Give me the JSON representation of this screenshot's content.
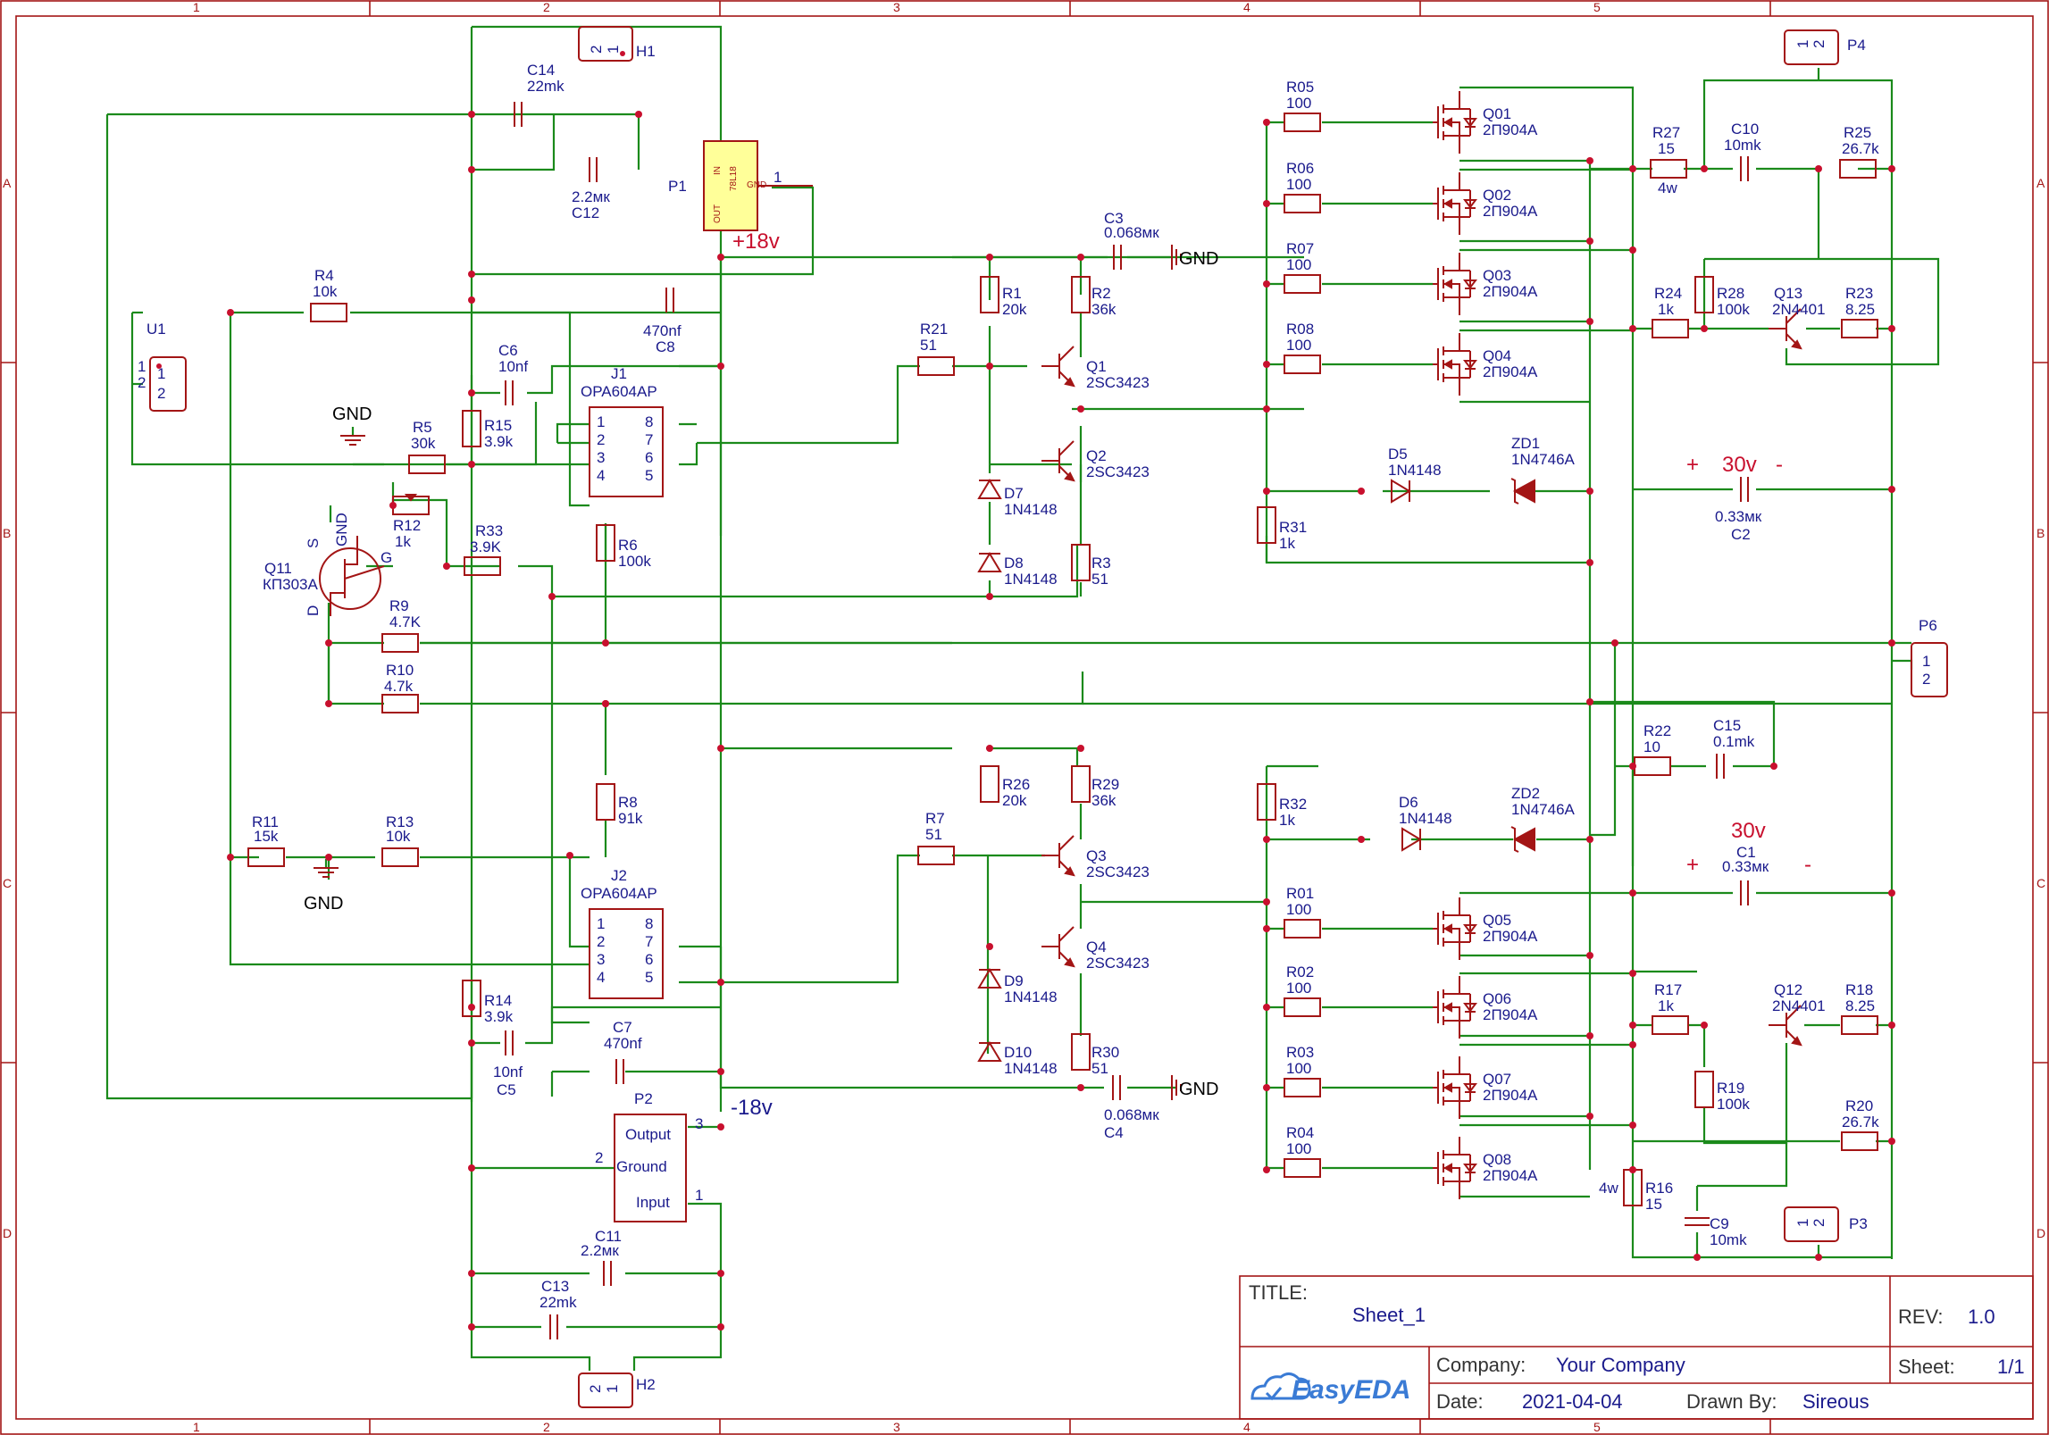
{
  "border": {
    "cols": [
      "1",
      "2",
      "3",
      "4",
      "5"
    ],
    "rows": [
      "A",
      "B",
      "C",
      "D"
    ]
  },
  "title_block": {
    "title_label": "TITLE:",
    "sheet_name": "Sheet_1",
    "rev_label": "REV:",
    "rev": "1.0",
    "company_label": "Company:",
    "company": "Your Company",
    "sheet_label": "Sheet:",
    "sheet": "1/1",
    "date_label": "Date:",
    "date": "2021-04-04",
    "drawn_label": "Drawn By:",
    "drawn_by": "Sireous",
    "logo": "EasyEDA"
  },
  "rails": {
    "pos": "+18v",
    "neg": "-18v",
    "out_pos": "30v",
    "out_neg": "30v",
    "plus": "+",
    "minus": "-"
  },
  "gnd": "GND",
  "icons": [
    "easyeda-cloud-icon"
  ],
  "colors": {
    "wire": "#1b8a1b",
    "component": "#a31515",
    "label": "#1a1a8c",
    "junction": "#c8102e"
  },
  "components": {
    "H1": {
      "ref": "H1",
      "pins": [
        "2",
        "1"
      ]
    },
    "H2": {
      "ref": "H2",
      "pins": [
        "2",
        "1"
      ]
    },
    "P1": {
      "ref": "P1",
      "in": "IN",
      "gnd": "GND",
      "out": "OUT",
      "part": "78L18",
      "pin": "1"
    },
    "P2": {
      "ref": "P2",
      "output": "Output",
      "ground": "Ground",
      "input": "Input",
      "p3": "3",
      "p2": "2",
      "p1": "1"
    },
    "P3": {
      "ref": "P3",
      "pins": [
        "1",
        "2"
      ]
    },
    "P4": {
      "ref": "P4",
      "pins": [
        "1",
        "2"
      ]
    },
    "P6": {
      "ref": "P6",
      "pins": [
        "1",
        "2"
      ]
    },
    "U1": {
      "ref": "U1",
      "pins": [
        "1",
        "2"
      ]
    },
    "J1": {
      "ref": "J1",
      "part": "OPA604AP",
      "left": [
        "1",
        "2",
        "3",
        "4"
      ],
      "right": [
        "8",
        "7",
        "6",
        "5"
      ]
    },
    "J2": {
      "ref": "J2",
      "part": "OPA604AP",
      "left": [
        "1",
        "2",
        "3",
        "4"
      ],
      "right": [
        "8",
        "7",
        "6",
        "5"
      ]
    },
    "C14": {
      "ref": "C14",
      "val": "22mk"
    },
    "C12": {
      "ref": "C12",
      "val": "2.2мк"
    },
    "C8": {
      "ref": "C8",
      "val": "470nf"
    },
    "C6": {
      "ref": "C6",
      "val": "10nf"
    },
    "C3": {
      "ref": "C3",
      "val": "0.068мк"
    },
    "C4": {
      "ref": "C4",
      "val": "0.068мк"
    },
    "C5": {
      "ref": "C5",
      "val": "10nf"
    },
    "C7": {
      "ref": "C7",
      "val": "470nf"
    },
    "C11": {
      "ref": "C11",
      "val": "2.2мк"
    },
    "C13": {
      "ref": "C13",
      "val": "22mk"
    },
    "C10": {
      "ref": "C10",
      "val": "10mk"
    },
    "C2": {
      "ref": "C2",
      "val": "0.33мк"
    },
    "C1": {
      "ref": "C1",
      "val": "0.33мк"
    },
    "C15": {
      "ref": "C15",
      "val": "0.1mk"
    },
    "C9": {
      "ref": "C9",
      "val": "10mk"
    },
    "R4": {
      "ref": "R4",
      "val": "10k"
    },
    "R5": {
      "ref": "R5",
      "val": "30k"
    },
    "R15": {
      "ref": "R15",
      "val": "3.9k"
    },
    "R12": {
      "ref": "R12",
      "val": "1k"
    },
    "R33": {
      "ref": "R33",
      "val": "3.9K"
    },
    "R6": {
      "ref": "R6",
      "val": "100k"
    },
    "R9": {
      "ref": "R9",
      "val": "4.7K"
    },
    "R10": {
      "ref": "R10",
      "val": "4.7k"
    },
    "R8": {
      "ref": "R8",
      "val": "91k"
    },
    "R11": {
      "ref": "R11",
      "val": "15k"
    },
    "R13": {
      "ref": "R13",
      "val": "10k"
    },
    "R14": {
      "ref": "R14",
      "val": "3.9k"
    },
    "R1": {
      "ref": "R1",
      "val": "20k"
    },
    "R2": {
      "ref": "R2",
      "val": "36k"
    },
    "R21": {
      "ref": "R21",
      "val": "51"
    },
    "R3": {
      "ref": "R3",
      "val": "51"
    },
    "R26": {
      "ref": "R26",
      "val": "20k"
    },
    "R29": {
      "ref": "R29",
      "val": "36k"
    },
    "R7": {
      "ref": "R7",
      "val": "51"
    },
    "R30": {
      "ref": "R30",
      "val": "51"
    },
    "R05": {
      "ref": "R05",
      "val": "100"
    },
    "R06": {
      "ref": "R06",
      "val": "100"
    },
    "R07": {
      "ref": "R07",
      "val": "100"
    },
    "R08": {
      "ref": "R08",
      "val": "100"
    },
    "R31": {
      "ref": "R31",
      "val": "1k"
    },
    "R32": {
      "ref": "R32",
      "val": "1k"
    },
    "R01": {
      "ref": "R01",
      "val": "100"
    },
    "R02": {
      "ref": "R02",
      "val": "100"
    },
    "R03": {
      "ref": "R03",
      "val": "100"
    },
    "R04": {
      "ref": "R04",
      "val": "100"
    },
    "R27": {
      "ref": "R27",
      "val": "15",
      "extra": "4w"
    },
    "R25": {
      "ref": "R25",
      "val": "26.7k"
    },
    "R24": {
      "ref": "R24",
      "val": "1k"
    },
    "R28": {
      "ref": "R28",
      "val": "100k"
    },
    "R23": {
      "ref": "R23",
      "val": "8.25"
    },
    "R22": {
      "ref": "R22",
      "val": "10"
    },
    "R17": {
      "ref": "R17",
      "val": "1k"
    },
    "R18": {
      "ref": "R18",
      "val": "8.25"
    },
    "R19": {
      "ref": "R19",
      "val": "100k"
    },
    "R20": {
      "ref": "R20",
      "val": "26.7k"
    },
    "R16": {
      "ref": "R16",
      "val": "15",
      "extra": "4w"
    },
    "Q1": {
      "ref": "Q1",
      "val": "2SC3423"
    },
    "Q2": {
      "ref": "Q2",
      "val": "2SC3423"
    },
    "Q3": {
      "ref": "Q3",
      "val": "2SC3423"
    },
    "Q4": {
      "ref": "Q4",
      "val": "2SC3423"
    },
    "Q11": {
      "ref": "Q11",
      "val": "КП303А",
      "s": "S",
      "g": "G",
      "d": "D",
      "gnd": "GND"
    },
    "Q13": {
      "ref": "Q13",
      "val": "2N4401"
    },
    "Q12": {
      "ref": "Q12",
      "val": "2N4401"
    },
    "Q01": {
      "ref": "Q01",
      "val": "2П904А"
    },
    "Q02": {
      "ref": "Q02",
      "val": "2П904А"
    },
    "Q03": {
      "ref": "Q03",
      "val": "2П904А"
    },
    "Q04": {
      "ref": "Q04",
      "val": "2П904А"
    },
    "Q05": {
      "ref": "Q05",
      "val": "2П904А"
    },
    "Q06": {
      "ref": "Q06",
      "val": "2П904А"
    },
    "Q07": {
      "ref": "Q07",
      "val": "2П904А"
    },
    "Q08": {
      "ref": "Q08",
      "val": "2П904А"
    },
    "D7": {
      "ref": "D7",
      "val": "1N4148"
    },
    "D8": {
      "ref": "D8",
      "val": "1N4148"
    },
    "D9": {
      "ref": "D9",
      "val": "1N4148"
    },
    "D10": {
      "ref": "D10",
      "val": "1N4148"
    },
    "D5": {
      "ref": "D5",
      "val": "1N4148"
    },
    "D6": {
      "ref": "D6",
      "val": "1N4148"
    },
    "ZD1": {
      "ref": "ZD1",
      "val": "1N4746A"
    },
    "ZD2": {
      "ref": "ZD2",
      "val": "1N4746A"
    }
  }
}
